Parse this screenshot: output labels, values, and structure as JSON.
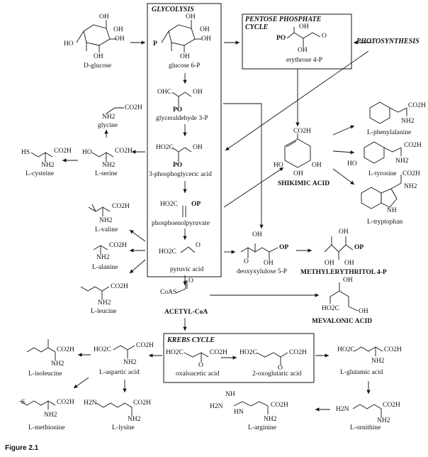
{
  "boxes": {
    "glycolysis": "GLYCOLYSIS",
    "pentose": "PENTOSE PHOSPHATE CYCLE",
    "krebs": "KREBS CYCLE"
  },
  "sources": {
    "photosynthesis": "PHOTOSYNTHESIS"
  },
  "glycolysis_compounds": {
    "glucose6p": "glucose 6-P",
    "g3p": "glyceraldehyde 3-P",
    "pga": "3-phosphoglyceric acid",
    "pep": "phosphoenolpyruvate",
    "pyruvate": "pyruvic acid"
  },
  "compounds": {
    "dglucose": "D-glucose",
    "erythrose": "erythrose 4-P",
    "glycine": "glycine",
    "serine": "L-serine",
    "cysteine": "L-cysteine",
    "valine": "L-valine",
    "alanine": "L-alanine",
    "leucine": "L-leucine",
    "phenylalanine": "L-phenylalanine",
    "tyrosine": "L-tyrosine",
    "tryptophan": "L-tryptophan",
    "dxp": "deoxyxylulose 5-P",
    "oxaloacetic": "oxaloacetic acid",
    "oxoglutaric": "2-oxoglutaric acid",
    "isoleucine": "L-isoleucine",
    "aspartic": "L-aspartic acid",
    "glutamic": "L-glutamic acid",
    "methionine": "L-methionine",
    "lysine": "L-lysine",
    "arginine": "L-arginine",
    "ornithine": "L-ornithine"
  },
  "key_intermediates": {
    "shikimic": "SHIKIMIC ACID",
    "mep": "METHYLERYTHRITOL 4-P",
    "acetylcoa": "ACETYL-CoA",
    "mevalonic": "MEVALONIC ACID"
  },
  "structure_text": {
    "oh": "OH",
    "ho": "HO",
    "co2h": "CO2H",
    "nh2": "NH2",
    "p": "P",
    "po": "PO",
    "op": "OP",
    "ohc": "OHC",
    "ho2c": "HO2C",
    "hs": "HS",
    "s": "S",
    "h2n": "H2N",
    "hn": "HN",
    "nh": "NH",
    "o": "O",
    "coas": "CoAS"
  },
  "caption": "Figure 2.1"
}
